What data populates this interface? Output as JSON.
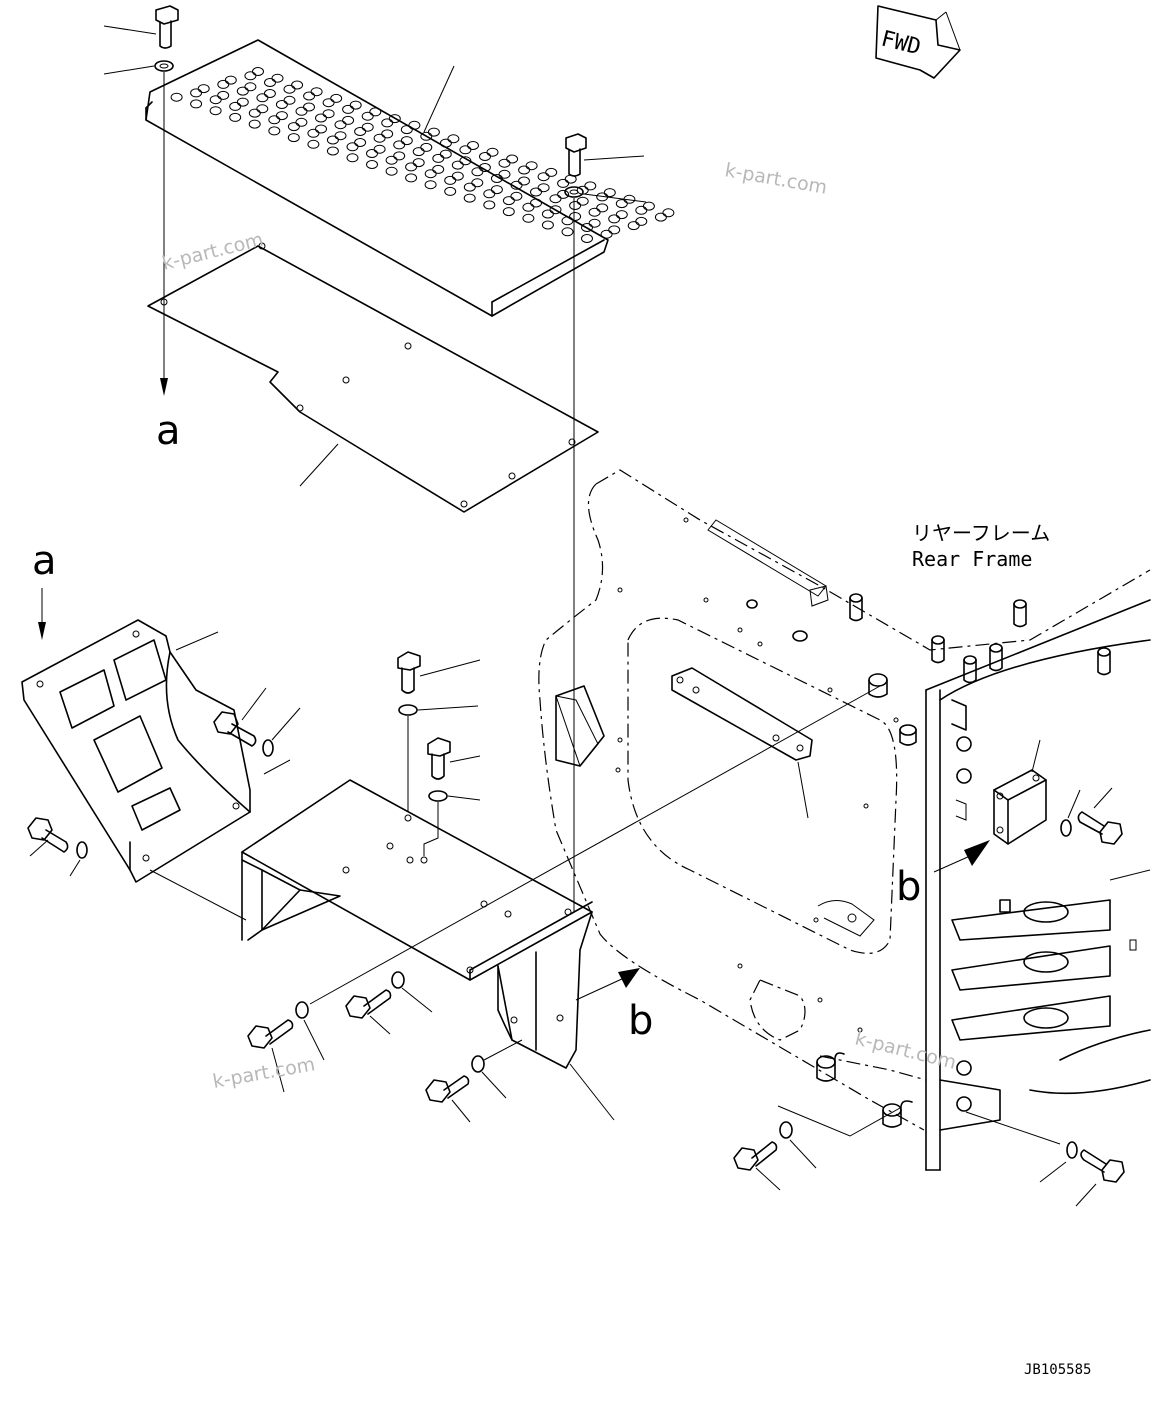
{
  "orientation_badge": {
    "text": "FWD"
  },
  "frame_label": {
    "japanese": "リヤーフレーム",
    "english": "Rear Frame"
  },
  "view_markers": {
    "a_top": "a",
    "a_side": "a",
    "b_right": "b",
    "b_lower": "b"
  },
  "watermarks": [
    "k-part.com",
    "k-part.com",
    "k-part.com",
    "k-part.com"
  ],
  "drawing_code": "JB105585"
}
